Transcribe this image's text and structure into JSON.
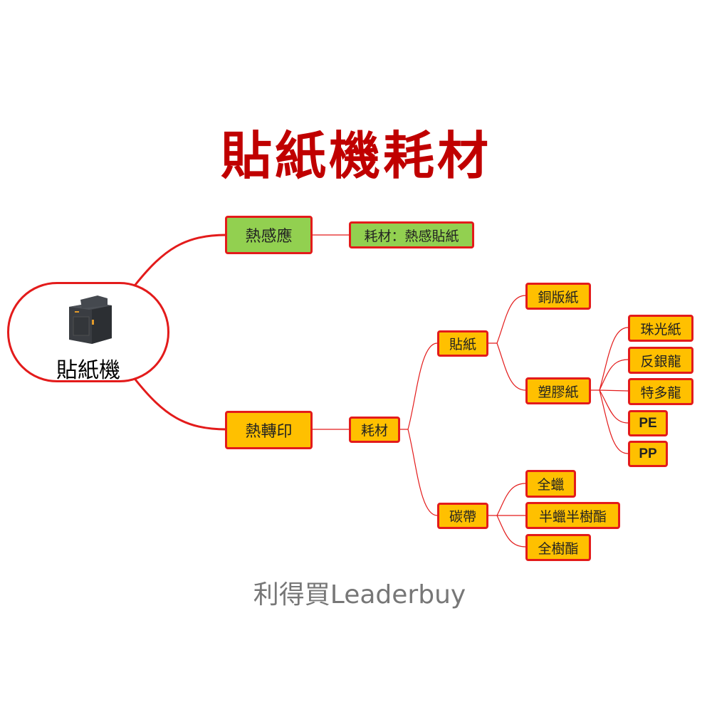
{
  "title": "貼紙機耗材",
  "root": {
    "label": "貼紙機",
    "icon": "printer-icon"
  },
  "branches": {
    "thermal": {
      "label": "熱感應",
      "child": "耗材：熱感貼紙"
    },
    "transfer": {
      "label": "熱轉印",
      "child": "耗材",
      "sticker": {
        "label": "貼紙",
        "coated": "銅版紙",
        "plastic": {
          "label": "塑膠紙",
          "items": [
            "珠光紙",
            "反銀龍",
            "特多龍",
            "PE",
            "PP"
          ]
        }
      },
      "ribbon": {
        "label": "碳帶",
        "items": [
          "全蠟",
          "半蠟半樹酯",
          "全樹酯"
        ]
      }
    }
  },
  "footer": "利得買Leaderbuy",
  "colors": {
    "title": "#c00000",
    "line": "#e31b1b",
    "green": "#92d050",
    "orange": "#ffc000"
  }
}
